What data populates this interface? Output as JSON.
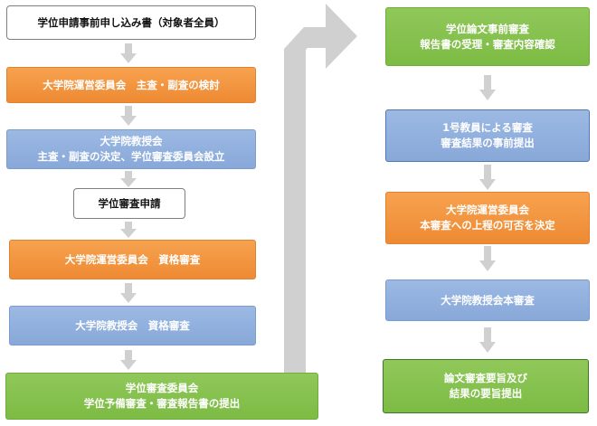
{
  "left_steps": [
    {
      "lines": [
        "学位申請事前申し込み書（対象者全員）"
      ]
    },
    {
      "lines": [
        "大学院運営委員会　主査・副査の検討"
      ]
    },
    {
      "lines": [
        "大学院教授会",
        "主査・副査の決定、学位審査委員会設立"
      ]
    },
    {
      "lines": [
        "学位審査申請"
      ]
    },
    {
      "lines": [
        "大学院運営委員会　資格審査"
      ]
    },
    {
      "lines": [
        "大学院教授会　資格審査"
      ]
    },
    {
      "lines": [
        "学位審査委員会",
        "学位予備審査・審査報告書の提出"
      ]
    }
  ],
  "right_steps": [
    {
      "lines": [
        "学位論文事前審査",
        "報告書の受理・審査内容確認"
      ]
    },
    {
      "lines": [
        "1号教員による審査",
        "審査結果の事前提出"
      ]
    },
    {
      "lines": [
        "大学院運営委員会",
        "本審査への上程の可否を決定"
      ]
    },
    {
      "lines": [
        "大学院教授会本審査"
      ]
    },
    {
      "lines": [
        "論文審査要旨及び",
        "結果の要旨提出"
      ]
    }
  ],
  "colors": {
    "orange": "#f29539",
    "blue": "#91b0de",
    "green": "#84c14e",
    "arrow_gray": "#d0d0d0",
    "white": "#ffffff"
  }
}
